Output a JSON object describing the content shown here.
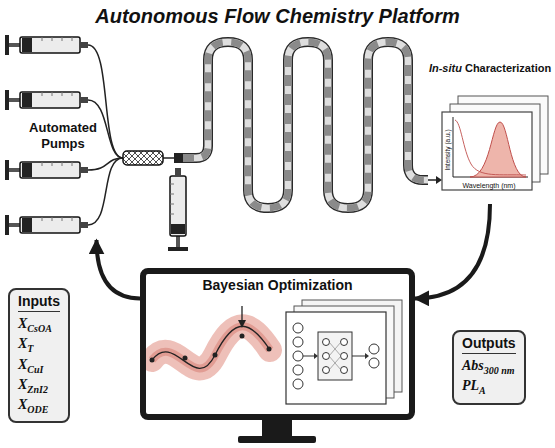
{
  "diagram": {
    "title": "Autonomous Flow Chemistry Platform",
    "nodes": [
      {
        "text": [
          "Automated Pumps"
        ]
      },
      {
        "text": [
          "In-situ Characterization",
          "Intensity (a.u.)",
          "Wavelength (nm)"
        ]
      },
      {
        "text": [
          "Inputs",
          "XCsOA",
          "XT",
          "XCuI",
          "XZnI2",
          "XODE"
        ]
      },
      {
        "text": [
          "Bayesian Optimization"
        ]
      },
      {
        "text": [
          "Outputs",
          "Abs300 nm",
          "PLA"
        ]
      }
    ],
    "edges": [
      {
        "from": 1,
        "to": 3,
        "arrow": "to"
      },
      {
        "from": 3,
        "to": 0,
        "arrow": "to"
      }
    ]
  }
}
